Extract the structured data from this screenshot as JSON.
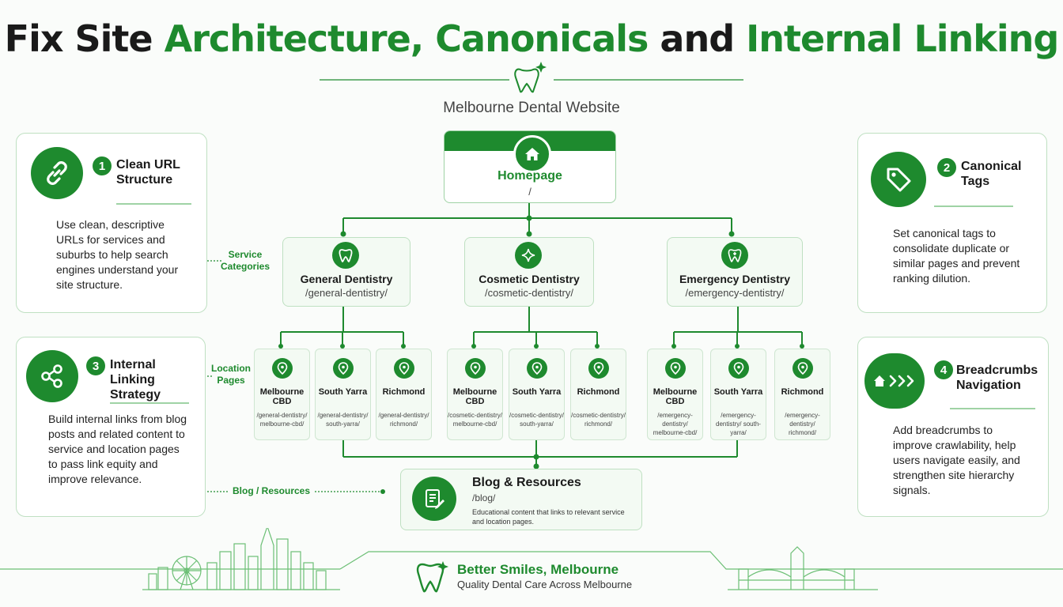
{
  "title": {
    "part1": "Fix Site ",
    "part2": "Architecture, Canonicals",
    "part3": " and ",
    "part4": "Internal Linking"
  },
  "site_label": "Melbourne Dental Website",
  "homepage": {
    "name": "Homepage",
    "url": "/"
  },
  "side_labels": {
    "service": "Service Categories",
    "location": "Location Pages",
    "blog": "Blog / Resources"
  },
  "services": [
    {
      "name": "General Dentistry",
      "url": "/general-dentistry/",
      "icon": "tooth-icon"
    },
    {
      "name": "Cosmetic Dentistry",
      "url": "/cosmetic-dentistry/",
      "icon": "sparkle-icon"
    },
    {
      "name": "Emergency Dentistry",
      "url": "/emergency-dentistry/",
      "icon": "emergency-tooth-icon"
    }
  ],
  "locations": [
    {
      "name": "Melbourne CBD",
      "url": "/general-dentistry/ melbourne-cbd/"
    },
    {
      "name": "South Yarra",
      "url": "/general-dentistry/ south-yarra/"
    },
    {
      "name": "Richmond",
      "url": "/general-dentistry/ richmond/"
    },
    {
      "name": "Melbourne CBD",
      "url": "/cosmetic-dentistry/ melbourne-cbd/"
    },
    {
      "name": "South Yarra",
      "url": "/cosmetic-dentistry/ south-yarra/"
    },
    {
      "name": "Richmond",
      "url": "/cosmetic-dentistry/ richmond/"
    },
    {
      "name": "Melbourne CBD",
      "url": "/emergency-dentistry/ melbourne-cbd/"
    },
    {
      "name": "South Yarra",
      "url": "/emergency-dentistry/ south-yarra/"
    },
    {
      "name": "Richmond",
      "url": "/emergency-dentistry/ richmond/"
    }
  ],
  "blog": {
    "name": "Blog & Resources",
    "url": "/blog/",
    "desc": "Educational content that links to relevant service and location pages."
  },
  "panels": {
    "p1": {
      "num": "1",
      "title": "Clean URL Structure",
      "body": "Use clean, descriptive URLs for services and suburbs to help search engines understand your site structure."
    },
    "p2": {
      "num": "2",
      "title": "Canonical Tags",
      "body": "Set canonical tags to consolidate duplicate or similar pages and prevent ranking dilution."
    },
    "p3": {
      "num": "3",
      "title": "Internal Linking Strategy",
      "body": "Build internal links from blog posts and related content to service and location pages to pass link equity and improve relevance."
    },
    "p4": {
      "num": "4",
      "title": "Breadcrumbs Navigation",
      "body": "Add breadcrumbs to improve crawlability, help users navigate easily, and strengthen site hierarchy signals."
    }
  },
  "footer": {
    "brand": "Better Smiles, Melbourne",
    "tagline": "Quality Dental Care Across Melbourne"
  },
  "colors": {
    "accent": "#1e8a2e",
    "panel_border": "#bfe0c2",
    "box_fill": "#f3faf3"
  }
}
